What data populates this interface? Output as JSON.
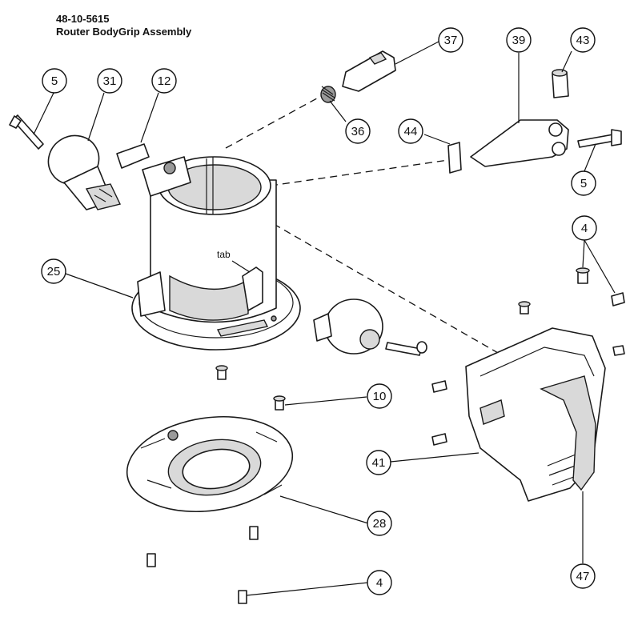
{
  "header": {
    "part_number": "48-10-5615",
    "assembly_title": "Router BodyGrip Assembly"
  },
  "annotations": {
    "tab_label": "tab"
  },
  "callouts": [
    {
      "id": "5a",
      "label": "5"
    },
    {
      "id": "31",
      "label": "31"
    },
    {
      "id": "12",
      "label": "12"
    },
    {
      "id": "37",
      "label": "37"
    },
    {
      "id": "39",
      "label": "39"
    },
    {
      "id": "43",
      "label": "43"
    },
    {
      "id": "36",
      "label": "36"
    },
    {
      "id": "44",
      "label": "44"
    },
    {
      "id": "5b",
      "label": "5"
    },
    {
      "id": "4a",
      "label": "4"
    },
    {
      "id": "25",
      "label": "25"
    },
    {
      "id": "10",
      "label": "10"
    },
    {
      "id": "41",
      "label": "41"
    },
    {
      "id": "28",
      "label": "28"
    },
    {
      "id": "4b",
      "label": "4"
    },
    {
      "id": "47",
      "label": "47"
    }
  ]
}
